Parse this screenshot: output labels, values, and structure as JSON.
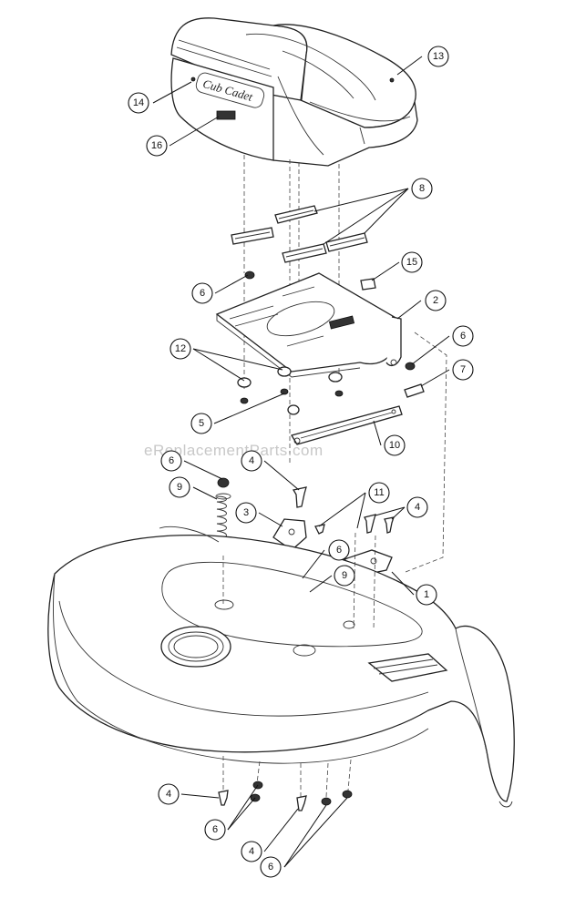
{
  "watermark": "eReplacementParts.com",
  "seat_logo": "Cub Cadet",
  "callouts": [
    {
      "label": "13"
    },
    {
      "label": "14"
    },
    {
      "label": "16"
    },
    {
      "label": "8"
    },
    {
      "label": "15"
    },
    {
      "label": "6"
    },
    {
      "label": "2"
    },
    {
      "label": "12"
    },
    {
      "label": "6"
    },
    {
      "label": "7"
    },
    {
      "label": "5"
    },
    {
      "label": "10"
    },
    {
      "label": "6"
    },
    {
      "label": "9"
    },
    {
      "label": "4"
    },
    {
      "label": "3"
    },
    {
      "label": "11"
    },
    {
      "label": "4"
    },
    {
      "label": "6"
    },
    {
      "label": "9"
    },
    {
      "label": "1"
    },
    {
      "label": "4"
    },
    {
      "label": "6"
    },
    {
      "label": "4"
    },
    {
      "label": "6"
    }
  ]
}
